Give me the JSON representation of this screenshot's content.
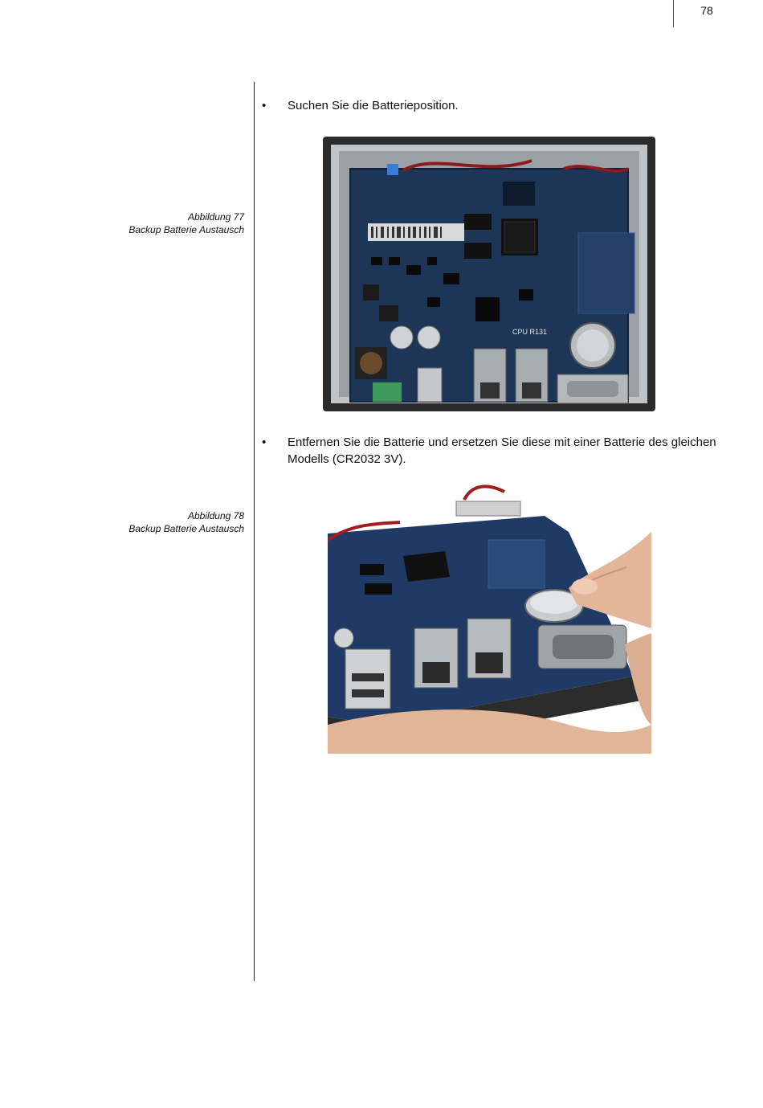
{
  "page": {
    "number": "78"
  },
  "sections": [
    {
      "bullet": "Suchen Sie die Batterieposition.",
      "caption": {
        "label": "Abbildung 77",
        "title": "Backup Batterie Austausch"
      },
      "photo_icon": "circuit-board-photo-icon"
    },
    {
      "bullet": "Entfernen Sie die Batterie und ersetzen Sie diese mit einer Batterie des gleichen Modells (CR2032 3V).",
      "caption": {
        "label": "Abbildung 78",
        "title": "Backup Batterie Austausch"
      },
      "photo_icon": "battery-replacement-photo-icon"
    }
  ],
  "photo1_labels": {
    "board_marking": "CPU R131"
  },
  "colors": {
    "board": "#1d3557",
    "frame": "#2a2a2a",
    "text": "#111111"
  }
}
